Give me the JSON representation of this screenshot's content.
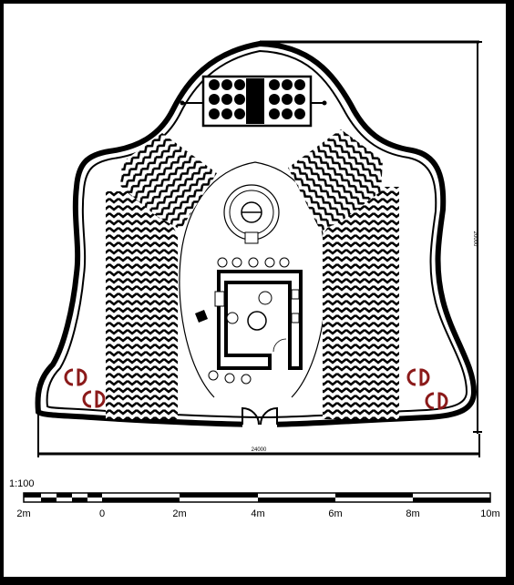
{
  "plan": {
    "width_dimension": "24000",
    "height_dimension": "20000"
  },
  "scale": {
    "ratio": "1:100",
    "labels": [
      "2m",
      "0",
      "2m",
      "4m",
      "6m",
      "8m",
      "10m"
    ]
  },
  "colors": {
    "frame": "#000000",
    "paper": "#ffffff",
    "ink": "#000000",
    "seat_accent": "#8b1a1a"
  }
}
